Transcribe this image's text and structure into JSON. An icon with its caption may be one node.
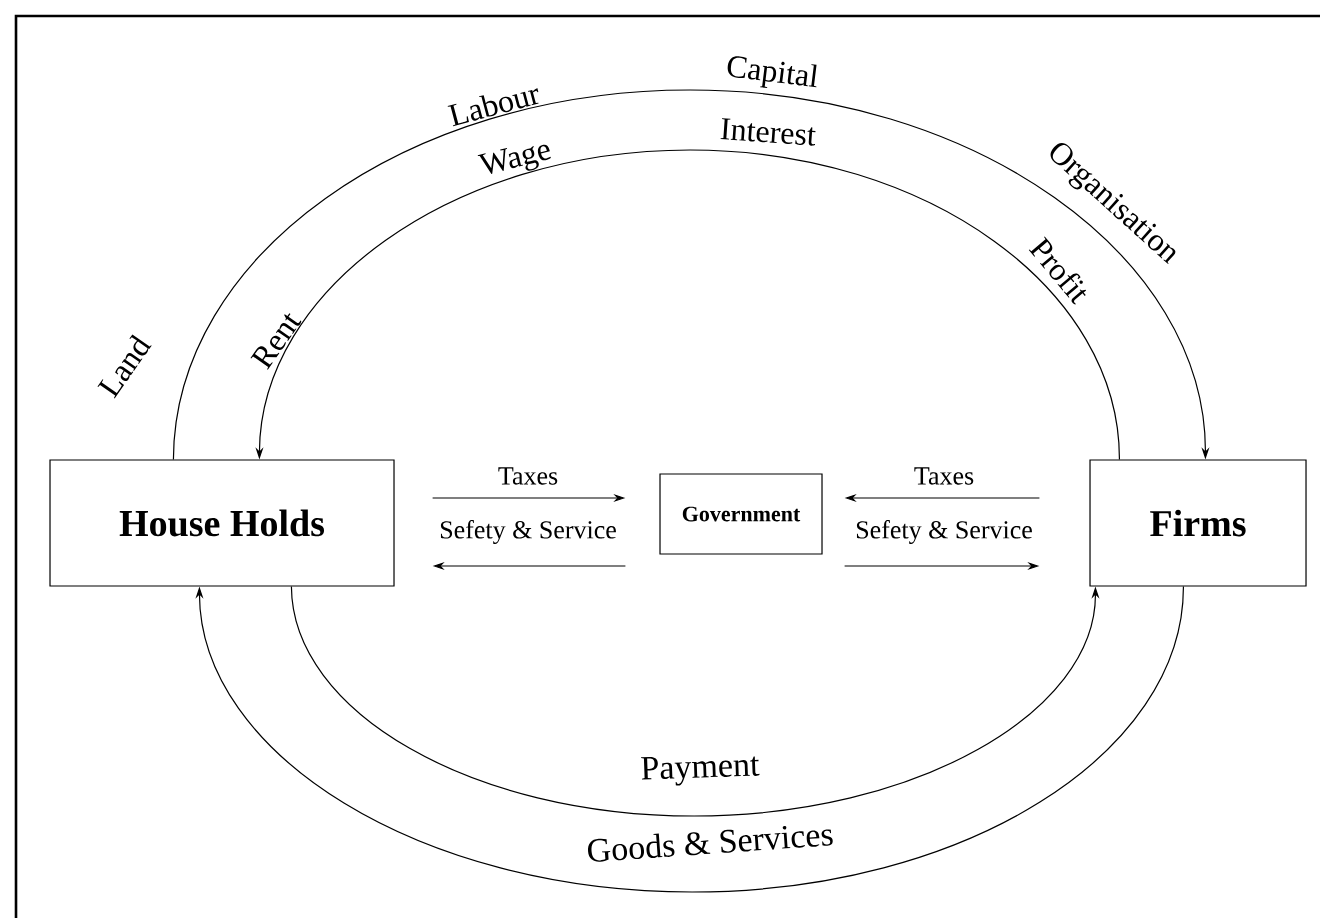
{
  "diagram": {
    "nodes": [
      {
        "text": [
          "House Holds"
        ]
      },
      {
        "text": [
          "Government"
        ]
      },
      {
        "text": [
          "Firms"
        ]
      }
    ],
    "edges": [
      {
        "from": 0,
        "to": 2,
        "arrow": "to"
      },
      {
        "from": 2,
        "to": 0,
        "arrow": "to"
      },
      {
        "from": 0,
        "to": 1,
        "arrow": "to",
        "label": "Taxes"
      },
      {
        "from": 1,
        "to": 0,
        "arrow": "to",
        "label": "Sefety & Service"
      },
      {
        "from": 2,
        "to": 1,
        "arrow": "to",
        "label": "Taxes"
      },
      {
        "from": 1,
        "to": 2,
        "arrow": "to",
        "label": "Sefety & Service"
      },
      {
        "from": 0,
        "to": 2,
        "arrow": "to",
        "label": "Payment"
      },
      {
        "from": 2,
        "to": 0,
        "arrow": "to",
        "label": "Goods & Services"
      }
    ],
    "labels": [
      "Land",
      "Labour",
      "Capital",
      "Organisation",
      "Rent",
      "Wage",
      "Interest",
      "Profit"
    ]
  }
}
